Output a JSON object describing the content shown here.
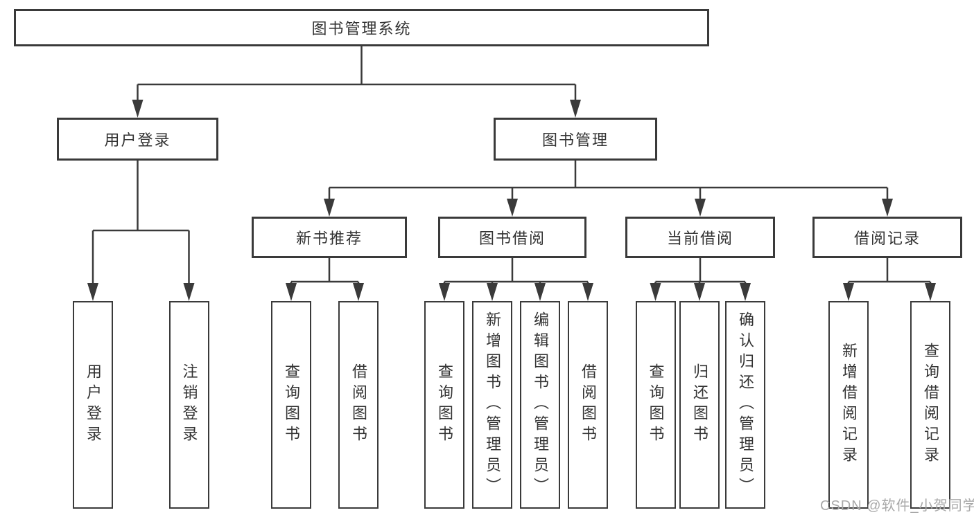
{
  "colors": {
    "line": "#3a3a3a",
    "text": "#333333",
    "background": "#ffffff",
    "watermark": "#a9a9a9"
  },
  "tree": {
    "root": {
      "label": "图书管理系统",
      "children": [
        {
          "label": "用户登录",
          "children": [
            {
              "label": "用户登录"
            },
            {
              "label": "注销登录"
            }
          ]
        },
        {
          "label": "图书管理",
          "children": [
            {
              "label": "新书推荐",
              "children": [
                {
                  "label": "查询图书"
                },
                {
                  "label": "借阅图书"
                }
              ]
            },
            {
              "label": "图书借阅",
              "children": [
                {
                  "label": "查询图书"
                },
                {
                  "label": "新增图书（管理员）"
                },
                {
                  "label": "编辑图书（管理员）"
                },
                {
                  "label": "借阅图书"
                }
              ]
            },
            {
              "label": "当前借阅",
              "children": [
                {
                  "label": "查询图书"
                },
                {
                  "label": "归还图书"
                },
                {
                  "label": "确认归还（管理员）"
                }
              ]
            },
            {
              "label": "借阅记录",
              "children": [
                {
                  "label": "新增借阅记录"
                },
                {
                  "label": "查询借阅记录"
                }
              ]
            }
          ]
        }
      ]
    }
  },
  "watermark": "CSDN @软件_小贺同学"
}
